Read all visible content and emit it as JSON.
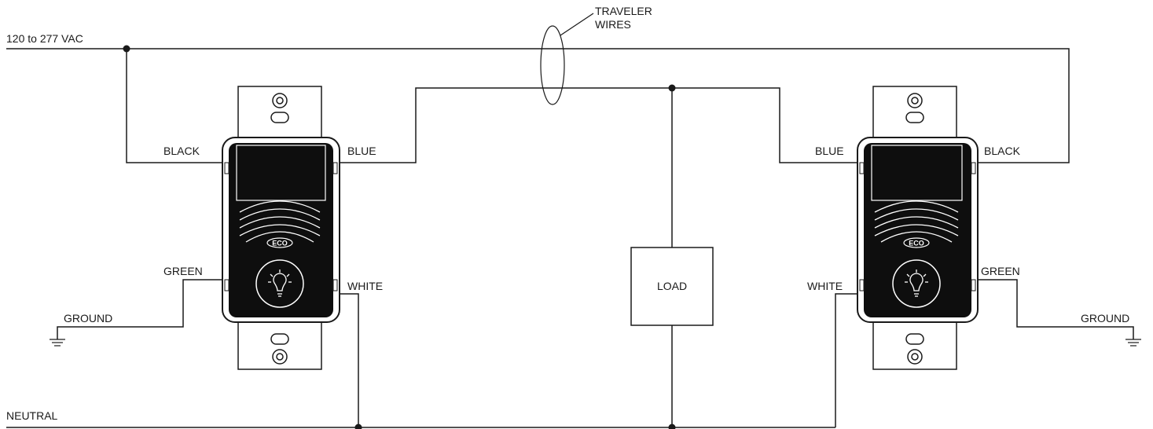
{
  "labels": {
    "supply": "120 to 277 VAC",
    "neutral": "NEUTRAL",
    "traveler_line1": "TRAVELER",
    "traveler_line2": "WIRES",
    "load": "LOAD",
    "left": {
      "black": "BLACK",
      "blue": "BLUE",
      "green": "GREEN",
      "white": "WHITE",
      "ground": "GROUND"
    },
    "right": {
      "black": "BLACK",
      "blue": "BLUE",
      "green": "GREEN",
      "white": "WHITE",
      "ground": "GROUND"
    },
    "switch_badge": "ECO"
  },
  "colors": {
    "line": "#1a1a1a",
    "switch_face": "#0e0e0e",
    "background": "#ffffff"
  }
}
